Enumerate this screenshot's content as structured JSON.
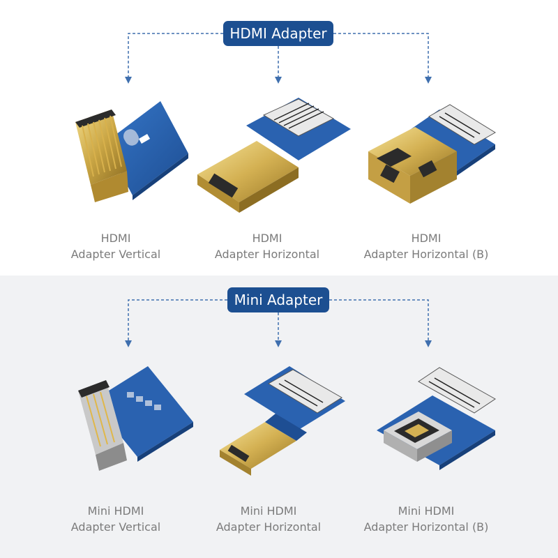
{
  "sections": [
    {
      "title": "HDMI Adapter",
      "items": [
        {
          "line1": "HDMI",
          "line2": "Adapter Vertical",
          "icon": "hdmi-vertical-adapter-icon"
        },
        {
          "line1": "HDMI",
          "line2": "Adapter Horizontal",
          "icon": "hdmi-horizontal-adapter-icon"
        },
        {
          "line1": "HDMI",
          "line2": "Adapter Horizontal (B)",
          "icon": "hdmi-horizontal-b-adapter-icon"
        }
      ]
    },
    {
      "title": "Mini Adapter",
      "items": [
        {
          "line1": "Mini HDMI",
          "line2": "Adapter Vertical",
          "icon": "mini-hdmi-vertical-adapter-icon"
        },
        {
          "line1": "Mini HDMI",
          "line2": "Adapter Horizontal",
          "icon": "mini-hdmi-horizontal-adapter-icon"
        },
        {
          "line1": "Mini HDMI",
          "line2": "Adapter Horizontal (B)",
          "icon": "mini-hdmi-horizontal-b-adapter-icon"
        }
      ]
    }
  ],
  "colors": {
    "accent": "#1c4f91",
    "connector_line": "#3f6fae",
    "pcb_blue": "#2a62b0",
    "gold": "#c9a544",
    "caption_text": "#7b7b7b"
  }
}
